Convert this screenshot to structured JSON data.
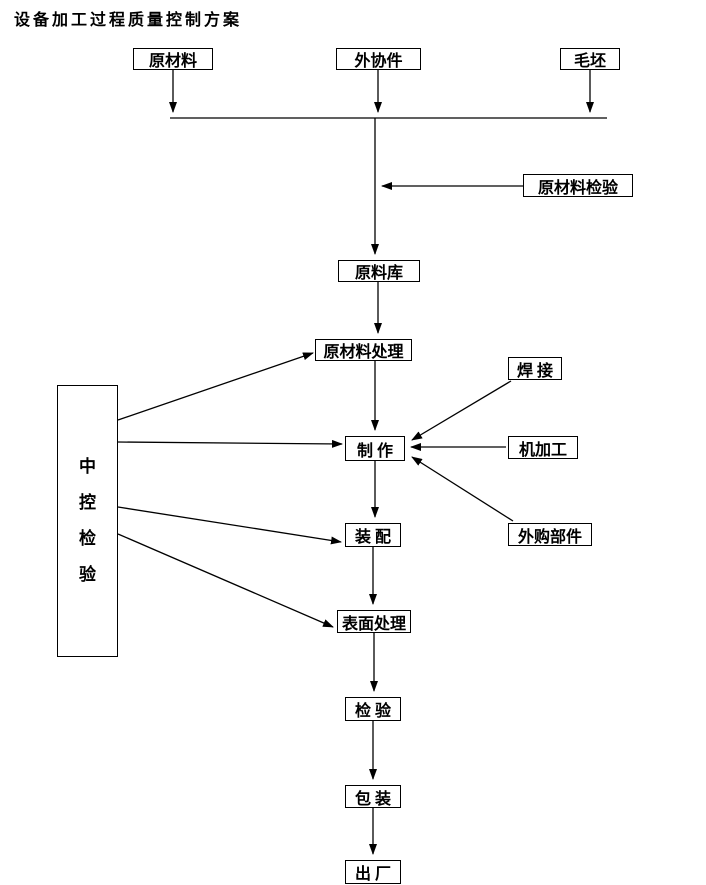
{
  "title": "设备加工过程质量控制方案",
  "nodes": {
    "raw_material": {
      "label": "原材料"
    },
    "outsourced_parts": {
      "label": "外协件"
    },
    "blank_stock": {
      "label": "毛坯"
    },
    "raw_material_inspection": {
      "label": "原材料检验"
    },
    "raw_material_store": {
      "label": "原料库"
    },
    "raw_material_treatment": {
      "label": "原材料处理"
    },
    "welding": {
      "label": "焊 接"
    },
    "fabrication": {
      "label": "制 作"
    },
    "machining": {
      "label": "机加工"
    },
    "purchased_parts": {
      "label": "外购部件"
    },
    "central_control_inspection": {
      "label": "中控检验"
    },
    "assembly": {
      "label": "装 配"
    },
    "surface_treatment": {
      "label": "表面处理"
    },
    "final_inspection": {
      "label": "检 验"
    },
    "packaging": {
      "label": "包 装"
    },
    "shipment": {
      "label": "出 厂"
    }
  },
  "edges": [
    {
      "from": "raw_material",
      "to": "collector_line"
    },
    {
      "from": "outsourced_parts",
      "to": "collector_line"
    },
    {
      "from": "blank_stock",
      "to": "collector_line"
    },
    {
      "from": "raw_material_inspection",
      "to": "main_flow"
    },
    {
      "from": "collector_line",
      "to": "raw_material_store"
    },
    {
      "from": "raw_material_store",
      "to": "raw_material_treatment"
    },
    {
      "from": "raw_material_treatment",
      "to": "fabrication"
    },
    {
      "from": "welding",
      "to": "fabrication"
    },
    {
      "from": "machining",
      "to": "fabrication"
    },
    {
      "from": "purchased_parts",
      "to": "fabrication"
    },
    {
      "from": "central_control_inspection",
      "to": "raw_material_treatment"
    },
    {
      "from": "central_control_inspection",
      "to": "fabrication"
    },
    {
      "from": "central_control_inspection",
      "to": "assembly"
    },
    {
      "from": "central_control_inspection",
      "to": "surface_treatment"
    },
    {
      "from": "fabrication",
      "to": "assembly"
    },
    {
      "from": "assembly",
      "to": "surface_treatment"
    },
    {
      "from": "surface_treatment",
      "to": "final_inspection"
    },
    {
      "from": "final_inspection",
      "to": "packaging"
    },
    {
      "from": "packaging",
      "to": "shipment"
    }
  ],
  "colors": {
    "line": "#000000",
    "background": "#ffffff",
    "text": "#000000"
  }
}
